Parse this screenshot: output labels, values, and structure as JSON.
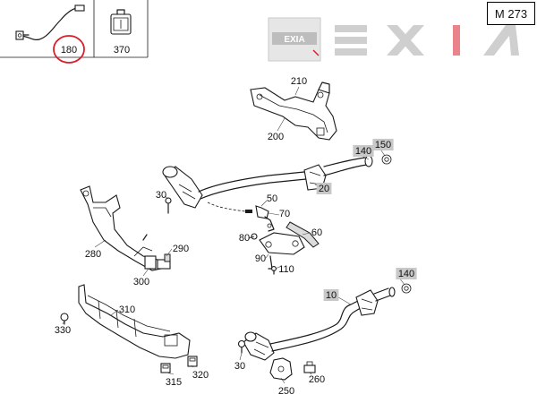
{
  "model_code": "M 273",
  "brand_logo": "EXIA",
  "highlight_color": "#d81e2a",
  "badge_color": "#c8c8c8",
  "header_parts": [
    {
      "number": "180",
      "highlighted": true
    },
    {
      "number": "370",
      "highlighted": false
    }
  ],
  "callouts": [
    {
      "id": "210",
      "shaded": false
    },
    {
      "id": "200",
      "shaded": false
    },
    {
      "id": "140",
      "shaded": true
    },
    {
      "id": "150",
      "shaded": true
    },
    {
      "id": "20",
      "shaded": true
    },
    {
      "id": "30",
      "shaded": false
    },
    {
      "id": "50",
      "shaded": false
    },
    {
      "id": "70",
      "shaded": false
    },
    {
      "id": "60",
      "shaded": false
    },
    {
      "id": "80",
      "shaded": false
    },
    {
      "id": "90",
      "shaded": false
    },
    {
      "id": "110",
      "shaded": false
    },
    {
      "id": "280",
      "shaded": false
    },
    {
      "id": "290",
      "shaded": false
    },
    {
      "id": "300",
      "shaded": false
    },
    {
      "id": "140",
      "shaded": true
    },
    {
      "id": "10",
      "shaded": true
    },
    {
      "id": "310",
      "shaded": false
    },
    {
      "id": "330",
      "shaded": false
    },
    {
      "id": "30",
      "shaded": false
    },
    {
      "id": "250",
      "shaded": false
    },
    {
      "id": "260",
      "shaded": false
    },
    {
      "id": "315",
      "shaded": false
    },
    {
      "id": "320",
      "shaded": false
    }
  ]
}
